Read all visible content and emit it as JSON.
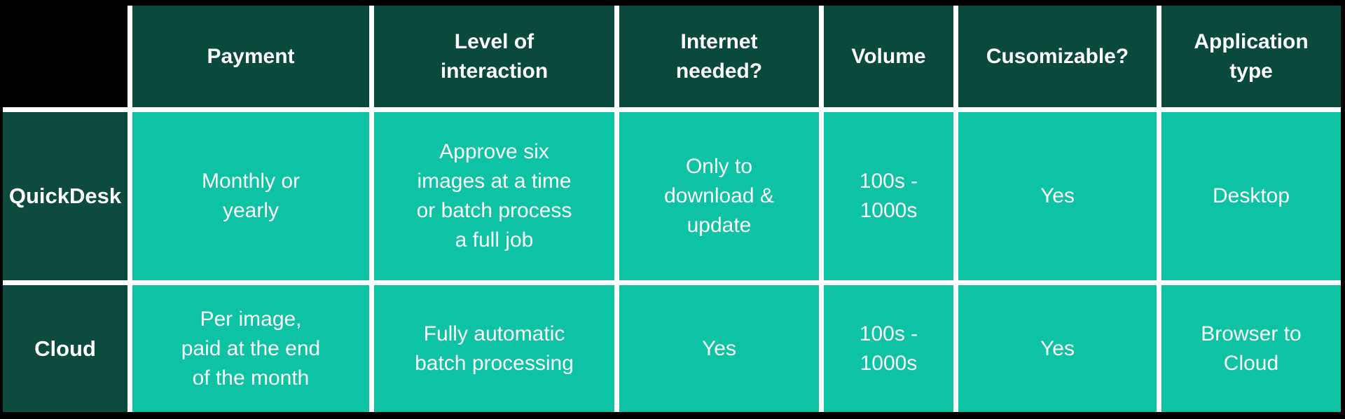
{
  "chart_data": {
    "type": "table",
    "columns": [
      "",
      "Payment",
      "Level of\ninteraction",
      "Internet\nneeded?",
      "Volume",
      "Cusomizable?",
      "Application\ntype"
    ],
    "rows": [
      [
        "QuickDesk",
        "Monthly or\nyearly",
        "Approve six\nimages at a time\nor batch process\na full job",
        "Only to\ndownload &\nupdate",
        "100s -\n1000s",
        "Yes",
        "Desktop"
      ],
      [
        "Cloud",
        "Per image,\npaid at the end\nof the month",
        "Fully automatic\nbatch processing",
        "Yes",
        "100s -\n1000s",
        "Yes",
        "Browser to\nCloud"
      ]
    ]
  },
  "colors": {
    "page_bg": "#000000",
    "header_bg": "#0a4a3d",
    "row_label_bg": "#0d4b3e",
    "cell_bg": "#0ec2a4",
    "grid_line": "#ffffff",
    "text": "#ffffff"
  }
}
